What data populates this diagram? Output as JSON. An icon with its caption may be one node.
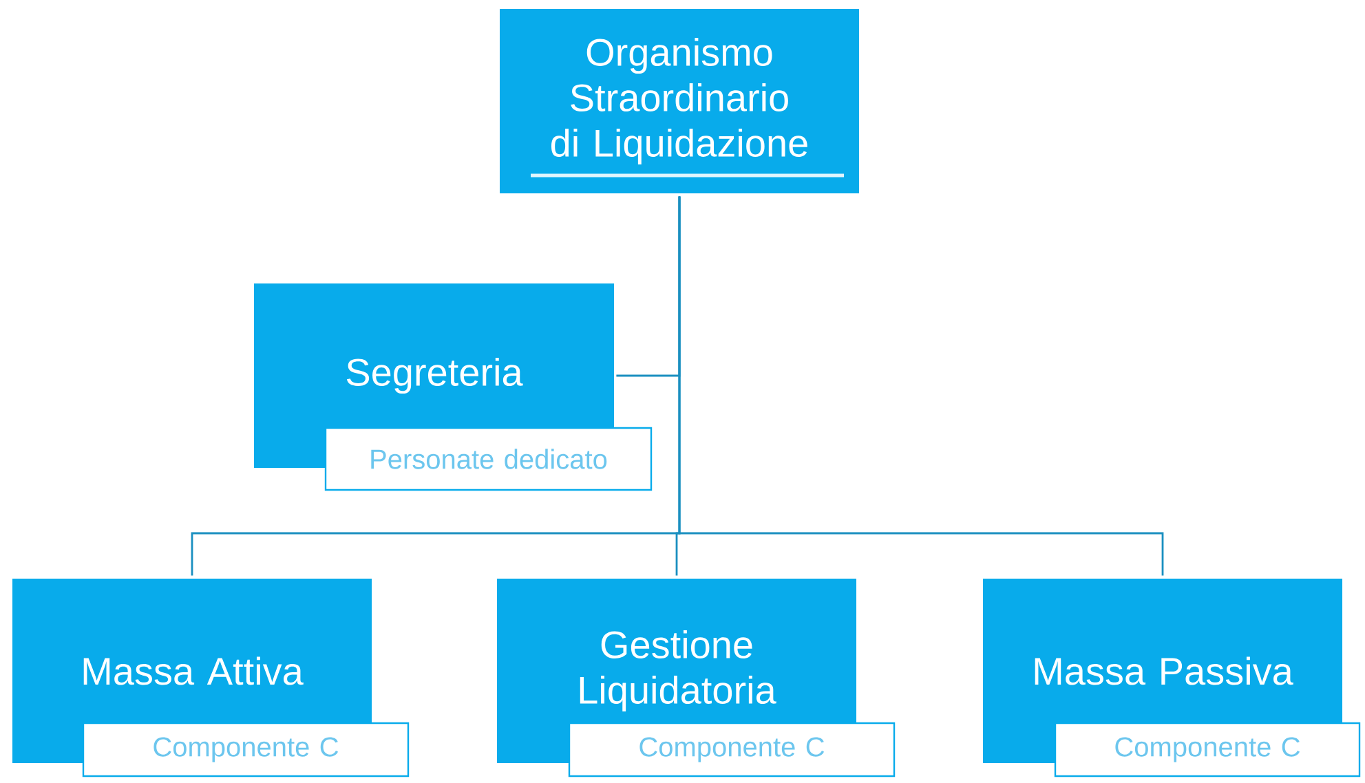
{
  "diagram": {
    "nodes": [
      {
        "text": [
          "Organismo Straordinario di Liquidazione"
        ]
      },
      {
        "text": [
          "Segreteria"
        ]
      },
      {
        "text": [
          "Personate dedicato"
        ]
      },
      {
        "text": [
          "Massa Attiva"
        ]
      },
      {
        "text": [
          "Componente C"
        ]
      },
      {
        "text": [
          "Gestione Liquidatoria"
        ]
      },
      {
        "text": [
          "Componente C"
        ]
      },
      {
        "text": [
          "Massa Passiva"
        ]
      },
      {
        "text": [
          "Componente C"
        ]
      }
    ],
    "edges": [
      {
        "from": 0,
        "to": 1,
        "arrow": "none"
      },
      {
        "from": 0,
        "to": 3,
        "arrow": "none"
      },
      {
        "from": 0,
        "to": 5,
        "arrow": "none"
      },
      {
        "from": 0,
        "to": 7,
        "arrow": "none"
      }
    ]
  }
}
